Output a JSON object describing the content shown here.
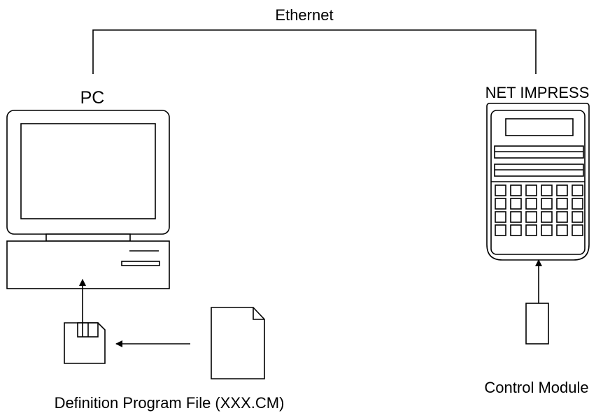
{
  "labels": {
    "ethernet": "Ethernet",
    "pc": "PC",
    "net_impress": "NET IMPRESS",
    "control_module": "Control Module",
    "definition_file": "Definition Program File (XXX.CM)"
  },
  "colors": {
    "stroke": "#000000",
    "background": "#ffffff"
  }
}
